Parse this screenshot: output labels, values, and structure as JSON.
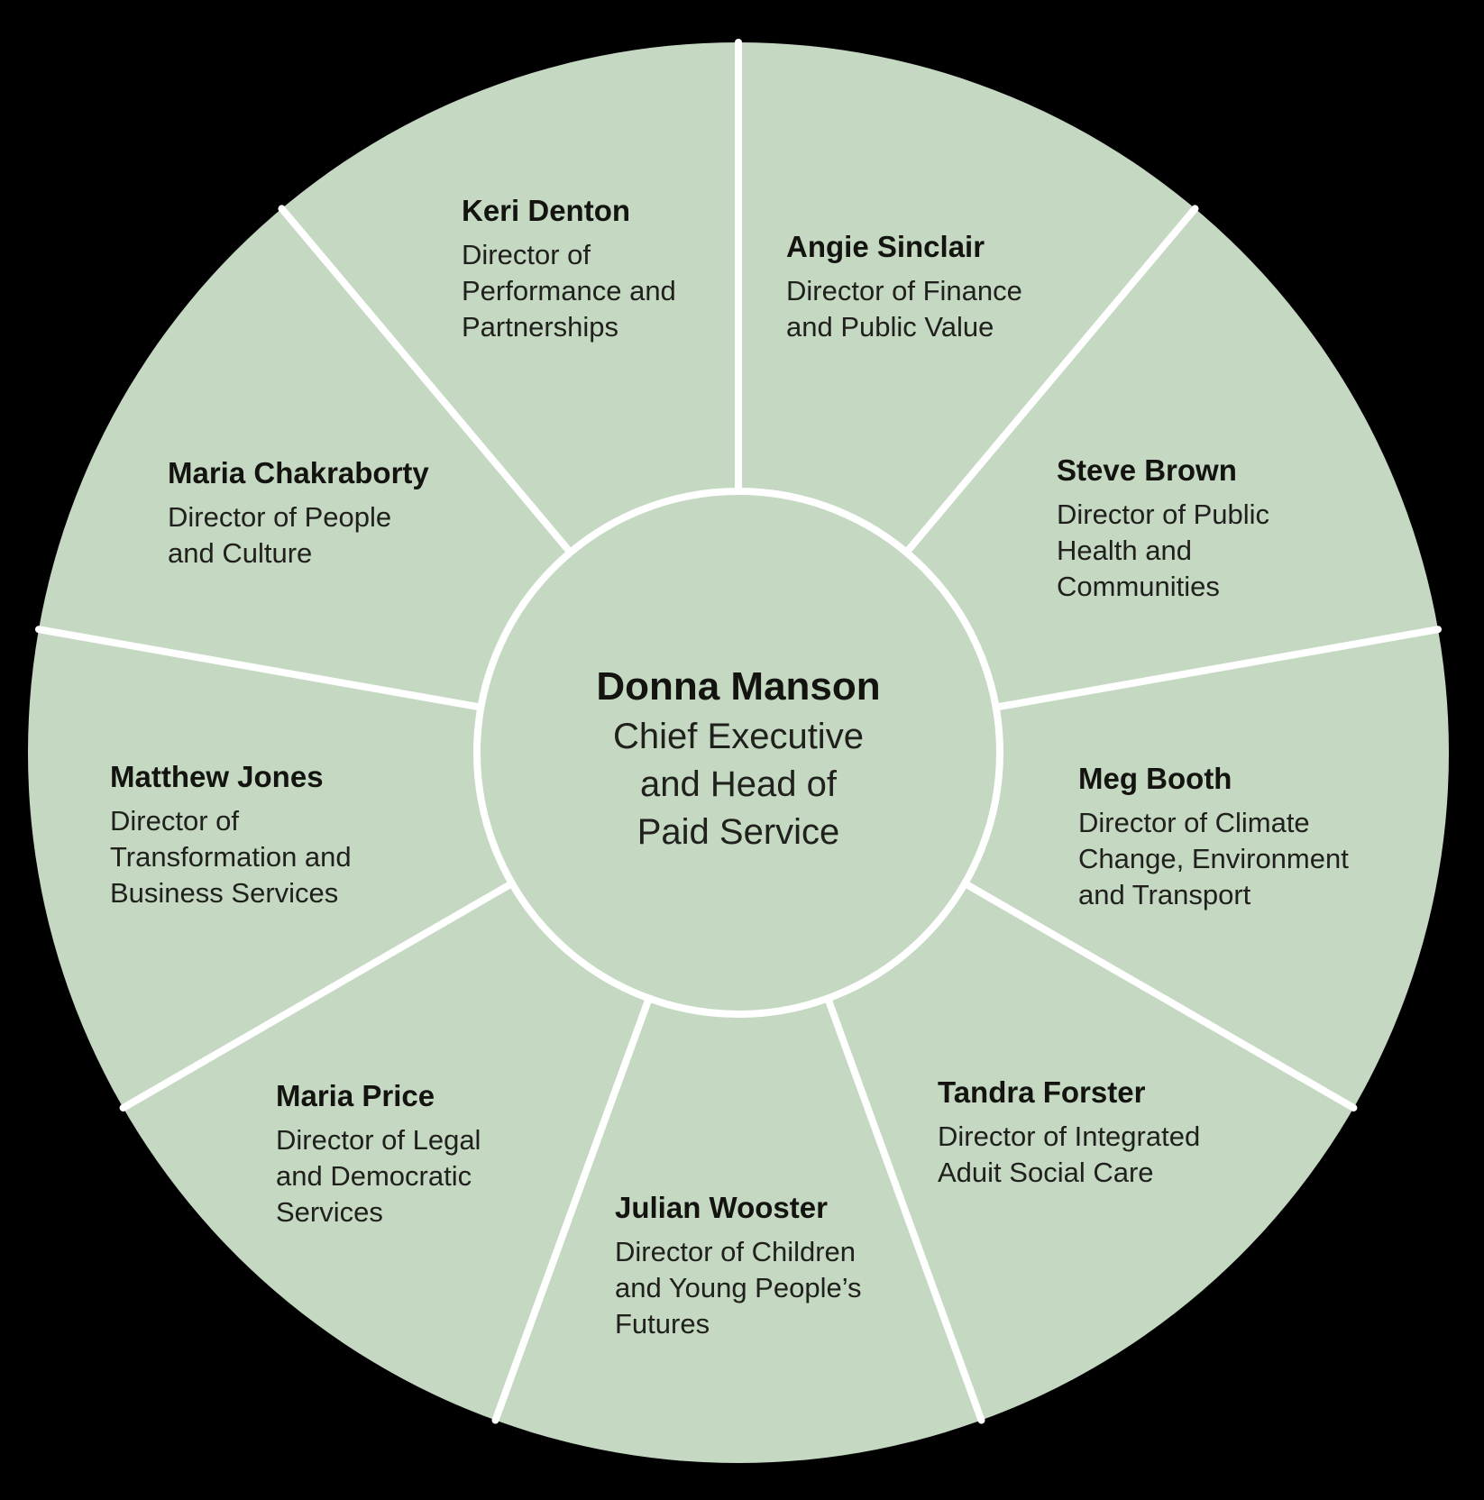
{
  "colors": {
    "wheel_fill": "#c4d8c2",
    "divider": "#ffffff",
    "text": "#1a1a18",
    "surround": "#000000"
  },
  "center": {
    "name": "Donna Manson",
    "role_lines": [
      "Chief Executive",
      "and Head of",
      "Paid Service"
    ]
  },
  "segments": [
    {
      "name": "Keri Denton",
      "role_lines": [
        "Director of",
        "Performance and",
        "Partnerships"
      ]
    },
    {
      "name": "Angie Sinclair",
      "role_lines": [
        "Director of Finance",
        "and Public Value"
      ]
    },
    {
      "name": "Steve Brown",
      "role_lines": [
        "Director of Public",
        "Health and",
        "Communities"
      ]
    },
    {
      "name": "Meg Booth",
      "role_lines": [
        "Director of Climate",
        "Change, Environment",
        "and Transport"
      ]
    },
    {
      "name": "Tandra Forster",
      "role_lines": [
        "Director of Integrated",
        "Aduit Social Care"
      ]
    },
    {
      "name": "Julian Wooster",
      "role_lines": [
        "Director of Children",
        "and Young People’s",
        "Futures"
      ]
    },
    {
      "name": "Maria Price",
      "role_lines": [
        "Director of Legal",
        "and Democratic",
        "Services"
      ]
    },
    {
      "name": "Matthew Jones",
      "role_lines": [
        "Director of",
        "Transformation and",
        "Business Services"
      ]
    },
    {
      "name": "Maria Chakraborty",
      "role_lines": [
        "Director of People",
        "and Culture"
      ]
    }
  ]
}
